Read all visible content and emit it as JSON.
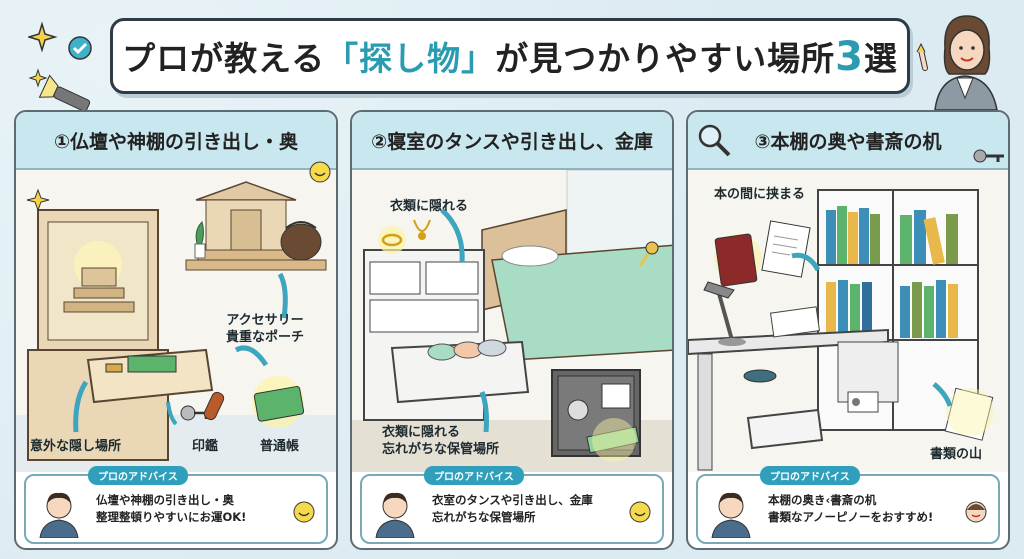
{
  "title": {
    "prefix": "プロが教える",
    "highlight": "「探し物」",
    "suffix": "が見つかりやすい場所",
    "number": "3",
    "end": "選"
  },
  "colors": {
    "accent": "#2a9bb0",
    "header_bg": "#c9e7ef",
    "tag_bg": "#2f9fbc",
    "background": "#dcebf1"
  },
  "panels": [
    {
      "title": "①仏壇や神棚の引き出し・奥",
      "labels": {
        "accessory": "アクセサリー\n貴重なポーチ",
        "hidden": "意外な隠し場所",
        "seal": "印鑑",
        "bankbook": "普通帳"
      },
      "advice": {
        "tag": "プロのアドバイス",
        "line1": "仏壇や神棚の引き出し・奥",
        "line2": "整理整頓りやすいにお運OK!"
      }
    },
    {
      "title": "②寝室のタンスや引き出し、金庫",
      "labels": {
        "clothes_top": "衣類に隠れる",
        "clothes_bottom": "衣類に隠れる\n忘れがちな保管場所"
      },
      "advice": {
        "tag": "プロのアドバイス",
        "line1": "衣室のタンスや引き出し、金庫",
        "line2": "忘れがちな保管場所"
      }
    },
    {
      "title": "③本棚の奥や書斎の机",
      "labels": {
        "between_books": "本の間に挟まる",
        "papers": "書類の山"
      },
      "advice": {
        "tag": "プロのアドバイス",
        "line1": "本棚の奥き‹書斎の机",
        "line2": "書類なアノーピノーをおすすめ!"
      }
    }
  ]
}
